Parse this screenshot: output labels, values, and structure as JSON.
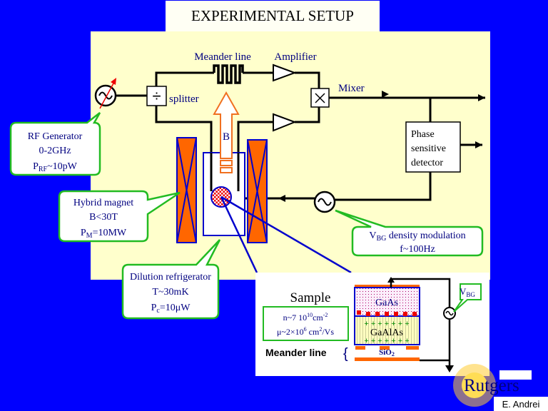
{
  "title": "EXPERIMENTAL SETUP",
  "labels": {
    "meander_line": "Meander line",
    "amplifier": "Amplifier",
    "splitter": "splitter",
    "mixer": "Mixer",
    "b_field": "B",
    "phase_detector": [
      "Phase",
      "sensitive",
      "detector"
    ]
  },
  "callouts": {
    "rf_generator": {
      "line1": "RF Generator",
      "line2": "0-2GHz",
      "line3_main": "P",
      "line3_sub": "RF",
      "line3_rest": "~10pW"
    },
    "hybrid_magnet": {
      "line1": "Hybrid magnet",
      "line2": "B<30T",
      "line3_main": "P",
      "line3_sub": "M",
      "line3_rest": "=10MW"
    },
    "dilution_fridge": {
      "line1": "Dilution refrigerator",
      "line2": "T~30mK",
      "line3_main": "P",
      "line3_sub": "c",
      "line3_rest": "=10μW"
    },
    "vbg": {
      "main": "V",
      "sub": "BG",
      "rest": " density modulation",
      "line2": "f~100Hz"
    }
  },
  "sample": {
    "title": "Sample",
    "density": {
      "main": "n~7 10",
      "sup": "10",
      "rest": "cm",
      "sup2": "-2"
    },
    "mobility": {
      "main": "μ~2×10",
      "sup": "6",
      "rest": " cm",
      "sup2": "2",
      "rest2": "/Vs"
    },
    "meander_label": "Meander line",
    "brace": "{",
    "layer_top": "GaAs",
    "layer_mid": "GaAlAs",
    "plus_row": "+ + + + + + +",
    "substrate": {
      "main": "SiO",
      "sub": "2"
    },
    "vbg": {
      "main": "V",
      "sub": "BG"
    }
  },
  "logo": "Rutgers",
  "author": "E. Andrei",
  "colors": {
    "background": "#0000fe",
    "panel": "#ffffcc",
    "callout_border": "#22bb22",
    "magnet": "#ff6600",
    "rf_arrow": "#ff0000"
  }
}
